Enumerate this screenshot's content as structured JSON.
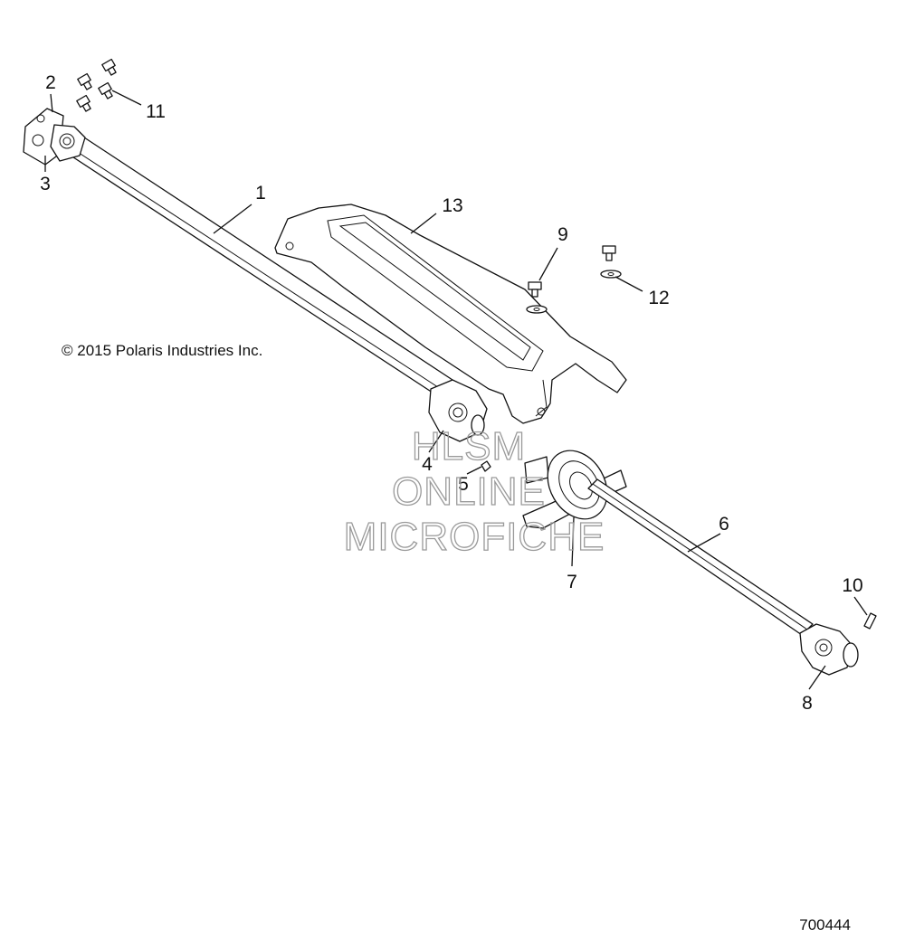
{
  "copyright": "© 2015 Polaris Industries Inc.",
  "figure_number": "700444",
  "watermark": {
    "line1": "HLSM",
    "line2": "ONLINE",
    "line3": "MICROFICHE"
  },
  "callouts": [
    "1",
    "2",
    "3",
    "4",
    "5",
    "6",
    "7",
    "8",
    "9",
    "10",
    "11",
    "12",
    "13"
  ]
}
